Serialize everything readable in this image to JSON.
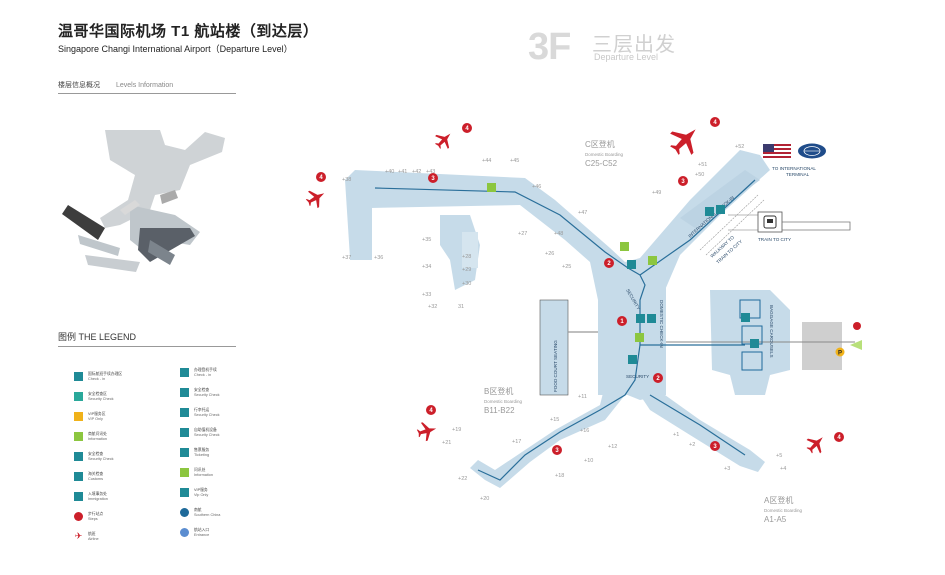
{
  "header": {
    "title_cn": "温哥华国际机场 T1 航站楼（到达层）",
    "title_en": "Singapore Changi International Airport（Departure Level）",
    "floor_num": "3F",
    "floor_cn": "三层出发",
    "floor_en": "Departure Level"
  },
  "levels": {
    "title_cn": "楼层信息概况",
    "title_en": "Levels Information"
  },
  "legend": {
    "title": "图例  THE LEGEND",
    "items_left": [
      {
        "cn": "国际航班手续办理区",
        "en": "Check - in",
        "color": "#1f8a96",
        "icon": "box"
      },
      {
        "cn": "安全检查区",
        "en": "Security Check",
        "color": "#2aa89a",
        "icon": "box"
      },
      {
        "cn": "VIP服务区",
        "en": "VIP Only",
        "color": "#f0b21a",
        "icon": "box"
      },
      {
        "cn": "商航问讯处",
        "en": "Information",
        "color": "#8cc63f",
        "icon": "box"
      },
      {
        "cn": "安全检查",
        "en": "Security Check",
        "color": "#1f8a96",
        "icon": "security"
      },
      {
        "cn": "海关检查",
        "en": "Customs",
        "color": "#1f8a96",
        "icon": "customs"
      },
      {
        "cn": "入境事务处",
        "en": "Immigration",
        "color": "#1f8a96",
        "icon": "immigration"
      },
      {
        "cn": "步行站点",
        "en": "Steps",
        "color": "#cc1f2a",
        "icon": "pin"
      },
      {
        "cn": "航班",
        "en": "Airline",
        "color": "#cc1f2a",
        "icon": "plane"
      }
    ],
    "items_right": [
      {
        "cn": "办理登机手续",
        "en": "Check - in",
        "color": "#1f8a96",
        "icon": "checkin"
      },
      {
        "cn": "安全检查",
        "en": "Security Check",
        "color": "#1f8a96",
        "icon": "security"
      },
      {
        "cn": "行李托运",
        "en": "Security Check",
        "color": "#1f8a96",
        "icon": "baggage"
      },
      {
        "cn": "自助值机设备",
        "en": "Security Check",
        "color": "#1f8a96",
        "icon": "kiosk"
      },
      {
        "cn": "售票服务",
        "en": "Ticketing",
        "color": "#1f8a96",
        "icon": "ticket"
      },
      {
        "cn": "问讯处",
        "en": "Information",
        "color": "#8cc63f",
        "icon": "info"
      },
      {
        "cn": "VIP服务",
        "en": "Vip Only",
        "color": "#1f8a96",
        "icon": "vip"
      },
      {
        "cn": "南航",
        "en": "Southern China",
        "color": "#1f6a9a",
        "icon": "south"
      },
      {
        "cn": "航站入口",
        "en": "Entrance",
        "color": "#5b8dd0",
        "icon": "entrance"
      }
    ]
  },
  "map": {
    "piers": {
      "c_cn": "C区登机",
      "c_en": "Domestic Boarding",
      "c_gates": "C25-C52",
      "b_cn": "B区登机",
      "b_en": "Domestic Boarding",
      "b_gates": "B11-B22",
      "a_cn": "A区登机",
      "a_en": "Domestic Boarding",
      "a_gates": "A1-A5"
    },
    "labels": {
      "food_court": "FOOD COURT SEATING",
      "security": "SECURITY",
      "domestic_checkin": "DOMESTIC CHECK-IN",
      "international_checkin": "INTERNATIONAL CHECK-IN",
      "walkway": "WALKWAY TO",
      "train_to_city": "TRAIN TO CITY",
      "train_to_city_box": "TRAIN TO CITY",
      "to_international": "TO INTERNATIONAL",
      "terminal": "TERMINAL",
      "baggage": "BAGGAGE CAROUSELS",
      "parking": "P"
    },
    "gates": [
      "+38",
      "+40",
      "+41",
      "+42",
      "+43",
      "+44",
      "+45",
      "+46",
      "+47",
      "+48",
      "+27",
      "+26",
      "+25",
      "+28",
      "+29",
      "+30",
      "+33",
      "+34",
      "+35",
      "+36",
      "+37",
      "+32",
      "31",
      "+49",
      "+50",
      "+51",
      "+52",
      "+11",
      "+15",
      "+16",
      "+17",
      "+18",
      "+19",
      "+20",
      "+21",
      "+22",
      "+1",
      "+2",
      "+3",
      "+4",
      "+5",
      "+12",
      "+10"
    ],
    "step_numbers": [
      "1",
      "2",
      "3",
      "4"
    ],
    "colors": {
      "building": "#c6dbe9",
      "route": "#2a6f9a",
      "accent_red": "#cc1f2a",
      "teal": "#1f8a96"
    }
  }
}
